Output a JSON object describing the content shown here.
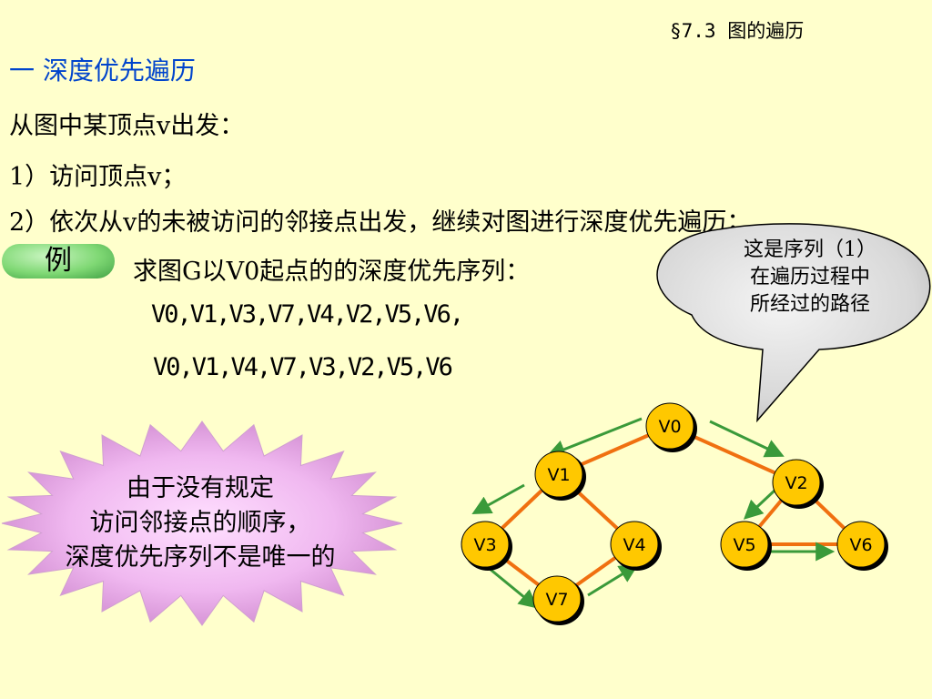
{
  "header": {
    "title": "§7.3 图的遍历"
  },
  "section": {
    "title": "一 深度优先遍历"
  },
  "body": {
    "line1": "从图中某顶点v出发：",
    "line2": "1）访问顶点v；",
    "line3": "2）依次从v的未被访问的邻接点出发，继续对图进行深度优先遍历；"
  },
  "example": {
    "badge": "例",
    "question": "求图G以V0起点的的深度优先序列：",
    "sequence1": "V0,V1,V3,V7,V4,V2,V5,V6,",
    "sequence2": "V0,V1,V4,V7,V3,V2,V5,V6"
  },
  "callout": {
    "line1": "这是序列（1）",
    "line2": "在遍历过程中",
    "line3": "所经过的路径"
  },
  "starburst": {
    "line1": "由于没有规定",
    "line2": "访问邻接点的顺序，",
    "line3": "深度优先序列不是唯一的"
  },
  "graph": {
    "nodes": [
      {
        "id": "V0",
        "label": "V0"
      },
      {
        "id": "V1",
        "label": "V1"
      },
      {
        "id": "V2",
        "label": "V2"
      },
      {
        "id": "V3",
        "label": "V3"
      },
      {
        "id": "V4",
        "label": "V4"
      },
      {
        "id": "V5",
        "label": "V5"
      },
      {
        "id": "V6",
        "label": "V6"
      },
      {
        "id": "V7",
        "label": "V7"
      }
    ],
    "colors": {
      "edge": "#f07010",
      "path_arrow": "#3a9a3a",
      "node_fill": "#ffc800",
      "node_stroke": "#000000",
      "background": "#ffffcc",
      "title_blue": "#0044cc"
    }
  }
}
